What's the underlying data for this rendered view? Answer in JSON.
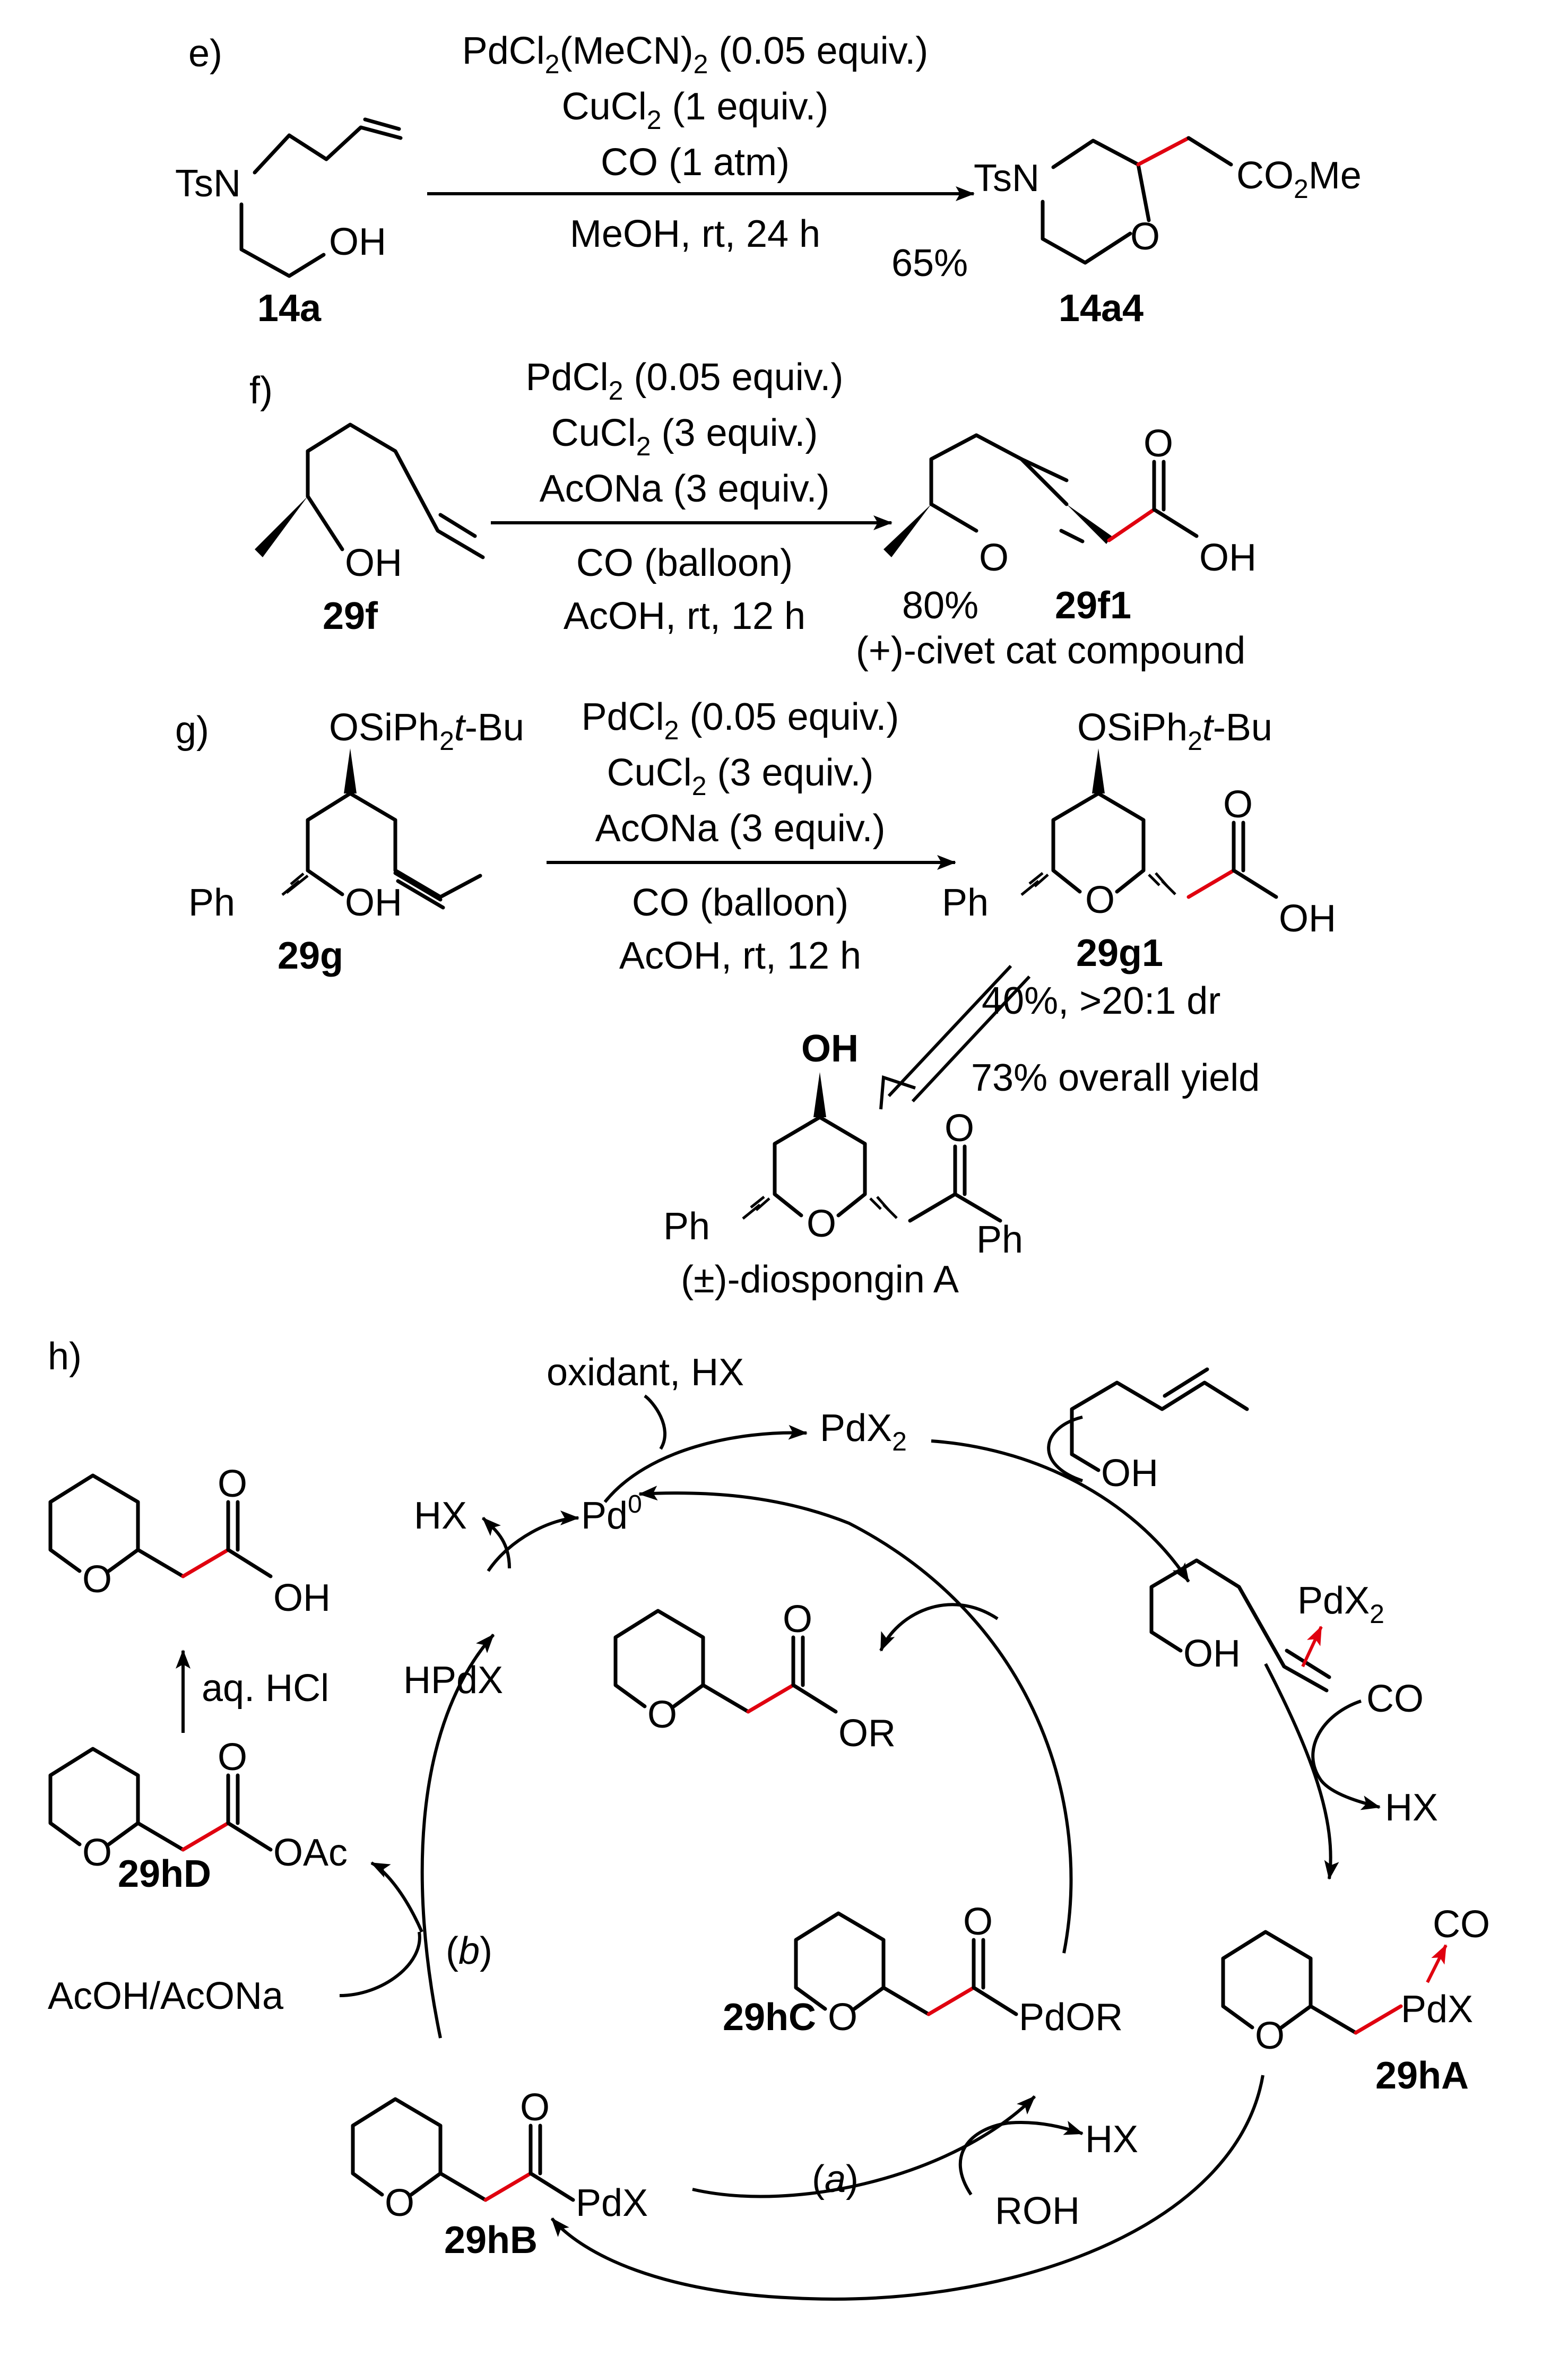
{
  "panels": {
    "e": {
      "label": "e)",
      "reagents": {
        "line1_main": "PdCl",
        "line1_sub": "2",
        "line1_rest": "(MeCN)",
        "line1_sub2": "2",
        "line1_end": " (0.05 equiv.)",
        "line2_main": "CuCl",
        "line2_sub": "2",
        "line2_end": " (1 equiv.)",
        "line3": "CO (1 atm)",
        "line4": "MeOH, rt, 24 h"
      },
      "sm_label": "14a",
      "sm_ts": "TsN",
      "sm_oh": "OH",
      "product_ts": "TsN",
      "product_o": "O",
      "product_co2me_a": "CO",
      "product_co2me_sub": "2",
      "product_co2me_b": "Me",
      "yield": "65%",
      "product_label": "14a4"
    },
    "f": {
      "label": "f)",
      "reagents": {
        "line1_main": "PdCl",
        "line1_sub": "2",
        "line1_end": " (0.05 equiv.)",
        "line2_main": "CuCl",
        "line2_sub": "2",
        "line2_end": " (3 equiv.)",
        "line3": "AcONa (3 equiv.)",
        "line4": "CO (balloon)",
        "line5": "AcOH, rt, 12 h"
      },
      "sm_oh": "OH",
      "sm_label": "29f",
      "product_o": "O",
      "product_co": "O",
      "product_oh": "OH",
      "yield": "80%",
      "product_label": "29f1",
      "product_name": "(+)-civet cat compound"
    },
    "g": {
      "label": "g)",
      "reagents": {
        "line1_main": "PdCl",
        "line1_sub": "2",
        "line1_end": " (0.05 equiv.)",
        "line2_main": "CuCl",
        "line2_sub": "2",
        "line2_end": " (3 equiv.)",
        "line3": "AcONa (3 equiv.)",
        "line4": "CO (balloon)",
        "line5": "AcOH, rt, 12 h"
      },
      "sm_otbdps_a": "OSiPh",
      "sm_otbdps_sub": "2",
      "sm_otbdps_b": "t",
      "sm_otbdps_c": "-Bu",
      "sm_ph": "Ph",
      "sm_oh": "OH",
      "sm_label": "29g",
      "product_otbdps_a": "OSiPh",
      "product_otbdps_sub": "2",
      "product_otbdps_b": "t",
      "product_otbdps_c": "-Bu",
      "product_ph": "Ph",
      "product_o": "O",
      "product_co": "O",
      "product_oh": "OH",
      "product_label": "29g1",
      "product_yield": "40%, >20:1 dr",
      "step2_yield": "73% overall yield",
      "final_oh": "OH",
      "final_ph1": "Ph",
      "final_o": "O",
      "final_co": "O",
      "final_ph2": "Ph",
      "final_name": "(±)-diospongin A"
    },
    "h": {
      "label": "h)",
      "oxidant": "oxidant, HX",
      "pdx2_a": "PdX",
      "pdx2_sub": "2",
      "pd0_a": "Pd",
      "pd0_sup": "0",
      "hx_top": "HX",
      "hpdx": "HPdX",
      "aq_hcl": "aq. HCl",
      "acid_o_ring": "O",
      "acid_co": "O",
      "acid_oh": "OH",
      "ester_o_ring": "O",
      "ester_co": "O",
      "ester_or": "OR",
      "substrate_oh": "OH",
      "complex_oh": "OH",
      "complex_pdx2_a": "PdX",
      "complex_pdx2_sub": "2",
      "co_in": "CO",
      "hx_out1": "HX",
      "d_o_ring": "O",
      "d_co": "O",
      "d_oac": "OAc",
      "d_label": "29hD",
      "acoh_acona": "AcOH/AcONa",
      "path_b_open": "(",
      "path_b": "b",
      "path_b_close": ")",
      "c_o_ring": "O",
      "c_co": "O",
      "c_pdor": "PdOR",
      "c_label": "29hC",
      "a_o_ring": "O",
      "a_co": "CO",
      "a_pdx": "PdX",
      "a_label": "29hA",
      "b_o_ring": "O",
      "b_co": "O",
      "b_pdx": "PdX",
      "b_label": "29hB",
      "path_a_open": "(",
      "path_a": "a",
      "path_a_close": ")",
      "hx_out2": "HX",
      "roh": "ROH"
    }
  }
}
